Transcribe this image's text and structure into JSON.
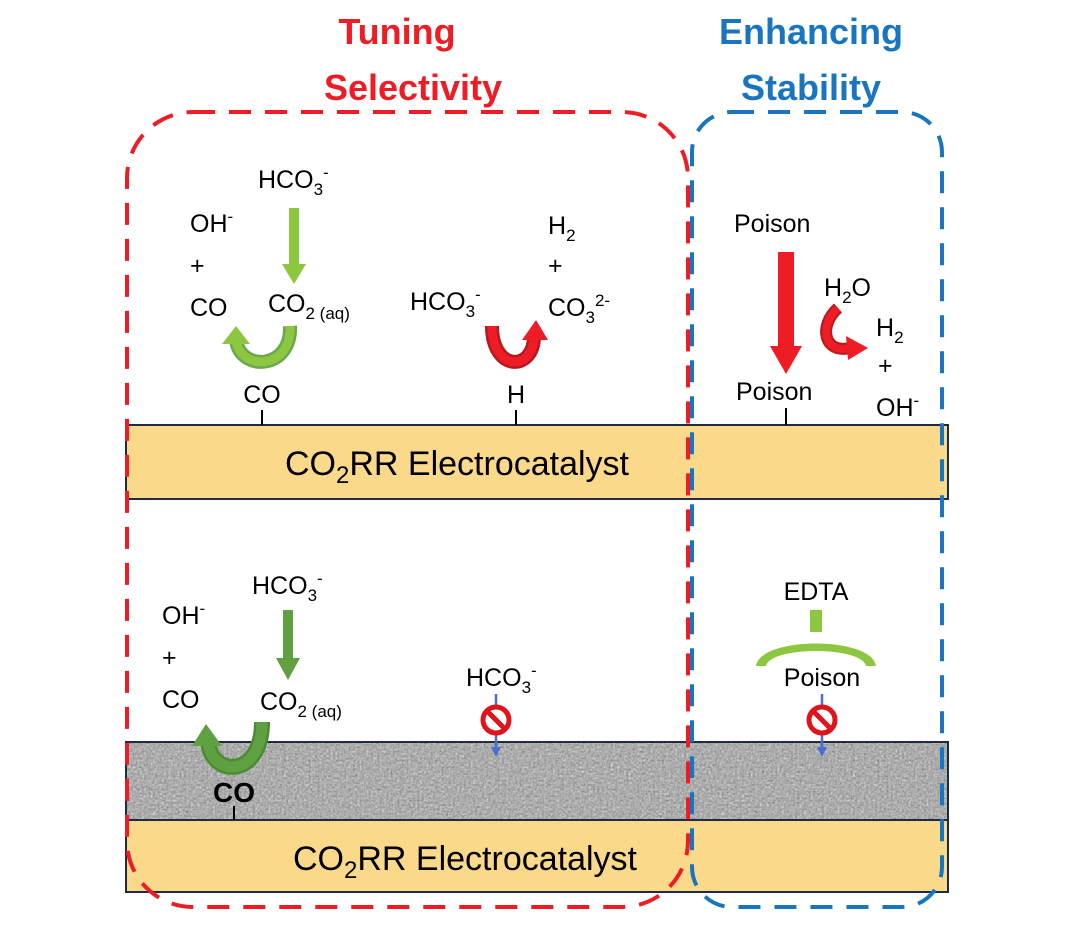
{
  "headers": {
    "selectivity_line1": "Tuning",
    "selectivity_line2": "Selectivity",
    "stability_line1": "Enhancing",
    "stability_line2": "Stability"
  },
  "colors": {
    "red": "#ee1c25",
    "blue": "#1a75c1",
    "green": "#8dc63f",
    "dark_green": "#5fa040",
    "catalyst": "#fbd98a"
  },
  "catalyst_label": {
    "co2": "CO",
    "sub": "2",
    "rest": "RR Electrocatalyst"
  },
  "top": {
    "oh": "OH",
    "oh_sup": "-",
    "plus": "+",
    "co": "CO",
    "hco3": "HCO",
    "hco3_sub": "3",
    "hco3_sup": "-",
    "co2aq": "CO",
    "co2aq_sub": "2 (aq)",
    "co_surface": "CO",
    "hco3_mid": "HCO",
    "hco3_mid_sub": "3",
    "hco3_mid_sup": "-",
    "h2": "H",
    "h2_sub": "2",
    "plus2": "+",
    "co3": "CO",
    "co3_sub": "3",
    "co3_sup": "2-",
    "h_surface": "H",
    "poison_top": "Poison",
    "poison_surface": "Poison",
    "h2o": "H",
    "h2o_sub": "2",
    "h2o_rest": "O",
    "h2_right": "H",
    "h2_right_sub": "2",
    "plus3": "+",
    "oh_right": "OH",
    "oh_right_sup": "-"
  },
  "bottom": {
    "oh": "OH",
    "oh_sup": "-",
    "plus": "+",
    "co": "CO",
    "hco3": "HCO",
    "hco3_sub": "3",
    "hco3_sup": "-",
    "co2aq": "CO",
    "co2aq_sub": "2 (aq)",
    "co_surface": "CO",
    "hco3_blocked": "HCO",
    "hco3_blocked_sub": "3",
    "hco3_blocked_sup": "-",
    "edta": "EDTA",
    "poison": "Poison"
  }
}
